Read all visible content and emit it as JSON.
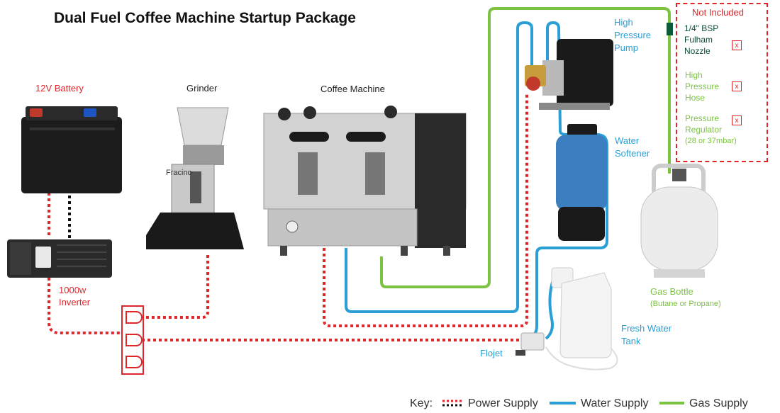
{
  "title": "Dual Fuel Coffee Machine Startup Package",
  "components": {
    "battery": "12V Battery",
    "grinder": "Grinder",
    "coffee_machine": "Coffee Machine",
    "inverter_line1": "1000w",
    "inverter_line2": "Inverter",
    "pump_line1": "High",
    "pump_line2": "Pressure",
    "pump_line3": "Pump",
    "softener_line1": "Water",
    "softener_line2": "Softener",
    "gas_bottle": "Gas Bottle",
    "gas_bottle_sub": "(Butane or Propane)",
    "tank_line1": "Fresh Water",
    "tank_line2": "Tank",
    "flojet": "Flojet",
    "grinder_brand": "Fracino"
  },
  "not_included": {
    "heading": "Not Included",
    "items": [
      {
        "line1": "1/4\" BSP",
        "line2": "Fulham",
        "line3": "Nozzle",
        "mark": "x"
      },
      {
        "line1": "High",
        "line2": "Pressure",
        "line3": "Hose",
        "mark": "x"
      },
      {
        "line1": "Pressure",
        "line2": "Regulator",
        "line3": "(28 or 37mbar)",
        "mark": "x"
      }
    ]
  },
  "key": {
    "label": "Key:",
    "power": "Power Supply",
    "water": "Water Supply",
    "gas": "Gas Supply"
  },
  "colors": {
    "power": "#e0262b",
    "water": "#2a9fd6",
    "gas": "#7cc243",
    "battery_link": "#111111"
  }
}
